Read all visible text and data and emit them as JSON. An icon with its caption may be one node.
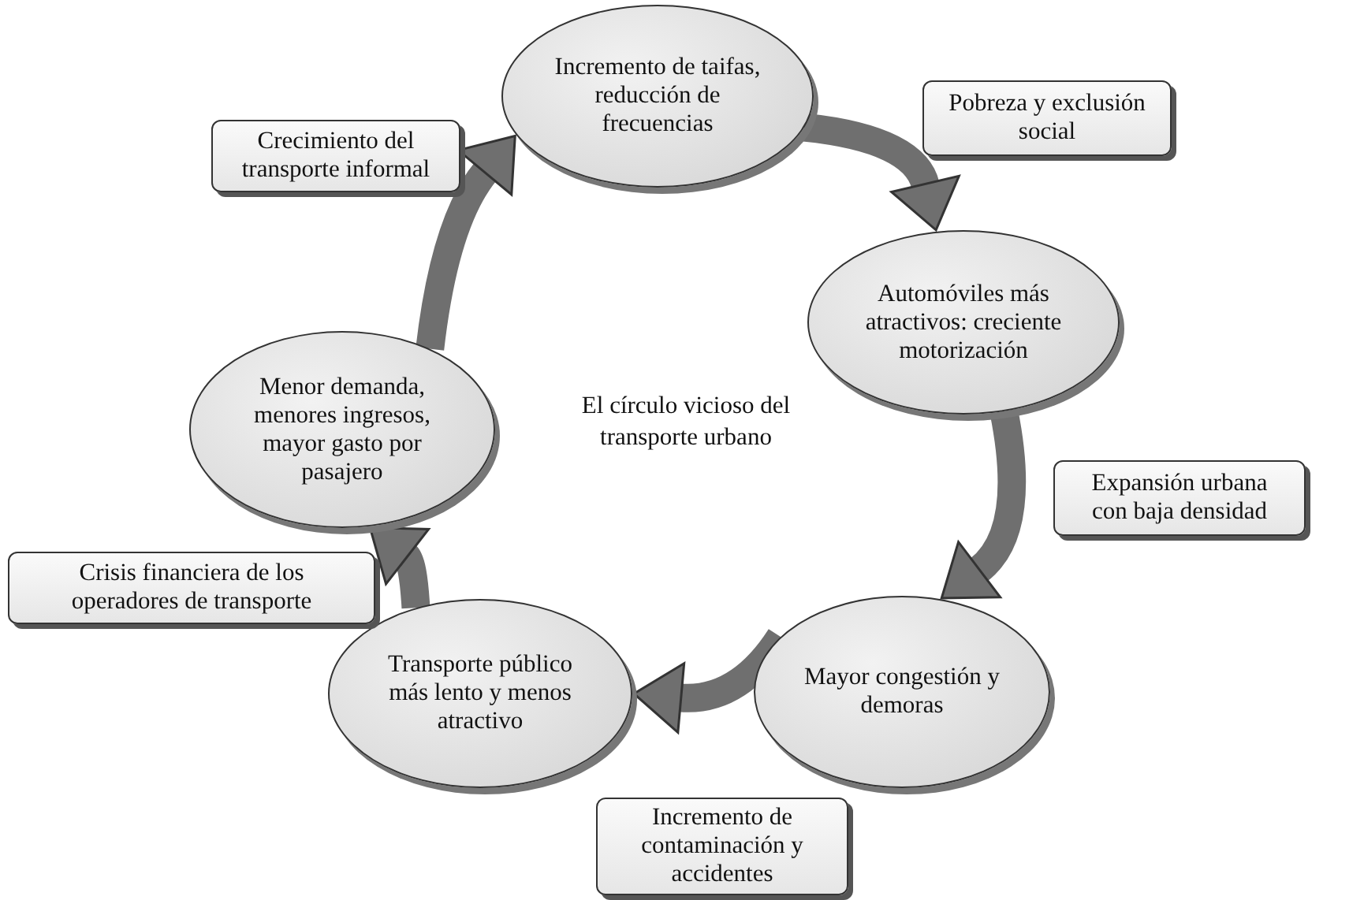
{
  "diagram": {
    "nodes": [
      {
        "text": [
          "Incremento de taifas, reducción de frecuencias"
        ]
      },
      {
        "text": [
          "Automóviles más atractivos: creciente motorización"
        ]
      },
      {
        "text": [
          "Mayor congestión y demoras"
        ]
      },
      {
        "text": [
          "Transporte público más lento y menos atractivo"
        ]
      },
      {
        "text": [
          "Menor demanda, menores ingresos, mayor gasto por pasajero"
        ]
      },
      {
        "text": [
          "Crecimiento del transporte informal"
        ]
      },
      {
        "text": [
          "Pobreza y exclusión social"
        ]
      },
      {
        "text": [
          "Expansión urbana con baja densidad"
        ]
      },
      {
        "text": [
          "Crisis financiera de los operadores de transporte"
        ]
      },
      {
        "text": [
          "Incremento de contaminación y accidentes"
        ]
      }
    ],
    "edges": [
      {
        "from": 4,
        "to": 0,
        "arrow": "to"
      },
      {
        "from": 0,
        "to": 1,
        "arrow": "to"
      },
      {
        "from": 1,
        "to": 2,
        "arrow": "to"
      },
      {
        "from": 2,
        "to": 3,
        "arrow": "to"
      },
      {
        "from": 3,
        "to": 4,
        "arrow": "to"
      }
    ],
    "labels": [
      "El círculo vicioso del transporte urbano"
    ]
  }
}
